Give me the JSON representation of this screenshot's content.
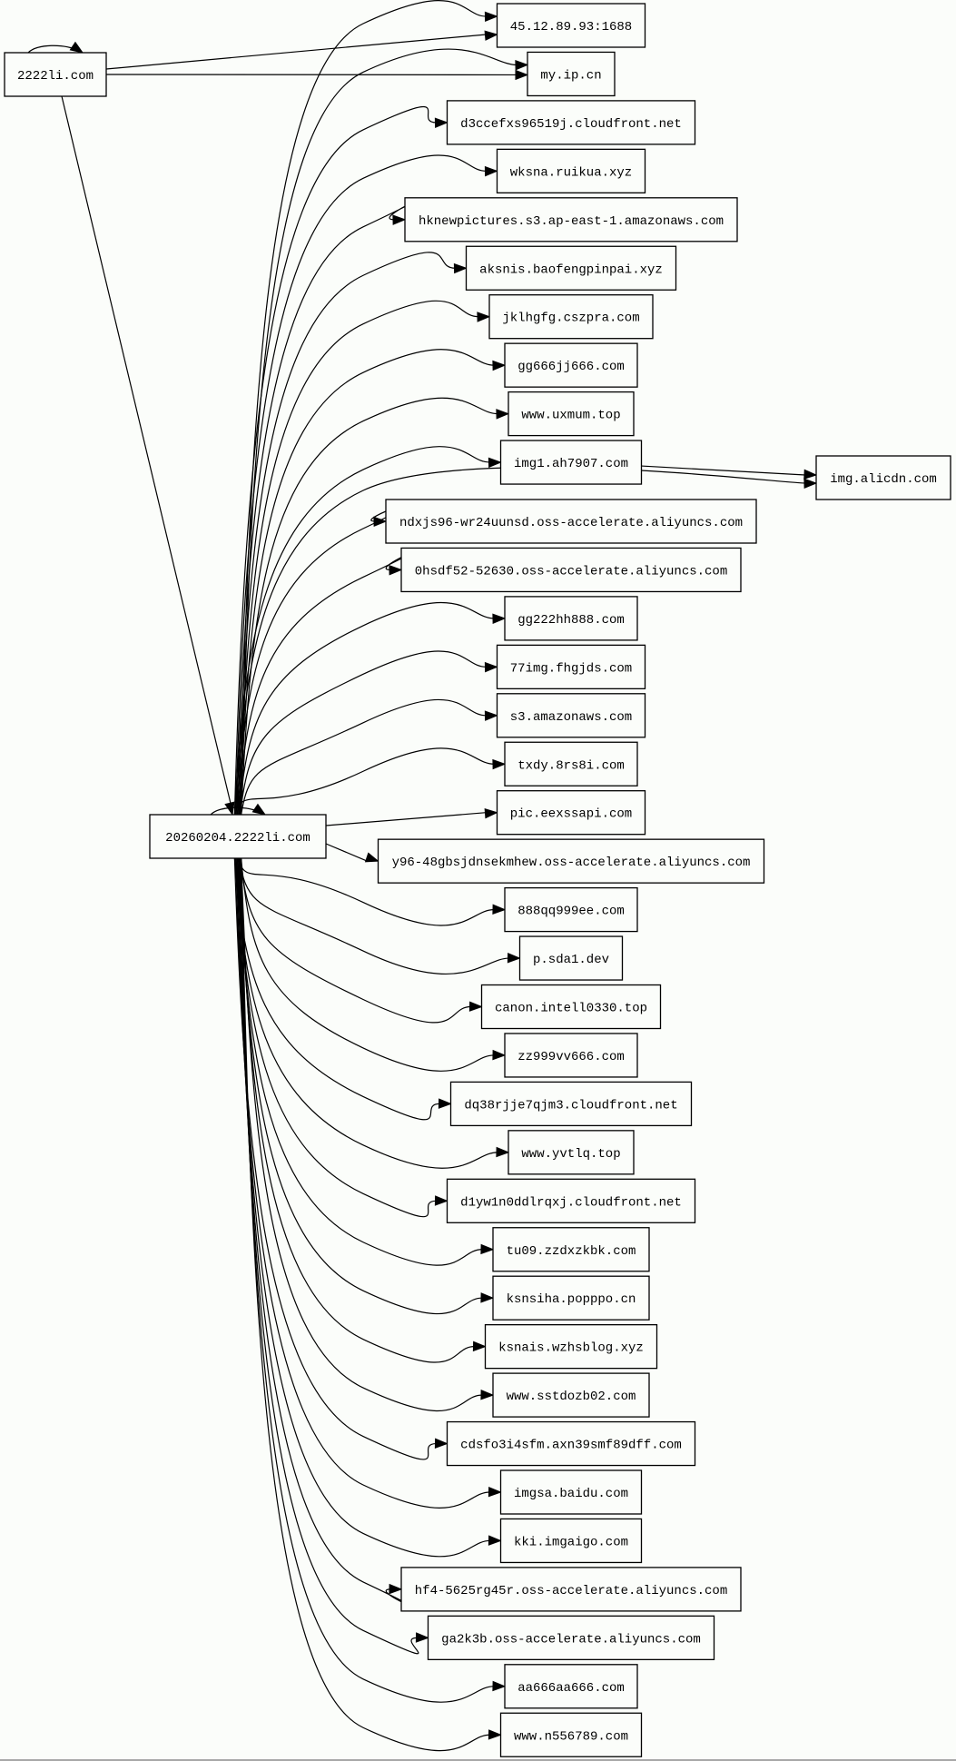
{
  "graph": {
    "type": "directed-graph",
    "nodes": [
      {
        "id": "root",
        "label": "2222li.com"
      },
      {
        "id": "hub",
        "label": "20260204.2222li.com"
      },
      {
        "id": "n0",
        "label": "45.12.89.93:1688"
      },
      {
        "id": "n1",
        "label": "my.ip.cn"
      },
      {
        "id": "n2",
        "label": "d3ccefxs96519j.cloudfront.net"
      },
      {
        "id": "n3",
        "label": "wksna.ruikua.xyz"
      },
      {
        "id": "n4",
        "label": "hknewpictures.s3.ap-east-1.amazonaws.com"
      },
      {
        "id": "n5",
        "label": "aksnis.baofengpinpai.xyz"
      },
      {
        "id": "n6",
        "label": "jklhgfg.cszpra.com"
      },
      {
        "id": "n7",
        "label": "gg666jj666.com"
      },
      {
        "id": "n8",
        "label": "www.uxmum.top"
      },
      {
        "id": "n9",
        "label": "img1.ah7907.com"
      },
      {
        "id": "n10",
        "label": "ndxjs96-wr24uunsd.oss-accelerate.aliyuncs.com"
      },
      {
        "id": "n11",
        "label": "0hsdf52-52630.oss-accelerate.aliyuncs.com"
      },
      {
        "id": "n12",
        "label": "gg222hh888.com"
      },
      {
        "id": "n13",
        "label": "77img.fhgjds.com"
      },
      {
        "id": "n14",
        "label": "s3.amazonaws.com"
      },
      {
        "id": "n15",
        "label": "txdy.8rs8i.com"
      },
      {
        "id": "n16",
        "label": "pic.eexssapi.com"
      },
      {
        "id": "n17",
        "label": "y96-48gbsjdnsekmhew.oss-accelerate.aliyuncs.com"
      },
      {
        "id": "n18",
        "label": "888qq999ee.com"
      },
      {
        "id": "n19",
        "label": "p.sda1.dev"
      },
      {
        "id": "n20",
        "label": "canon.intell0330.top"
      },
      {
        "id": "n21",
        "label": "zz999vv666.com"
      },
      {
        "id": "n22",
        "label": "dq38rjje7qjm3.cloudfront.net"
      },
      {
        "id": "n23",
        "label": "www.yvtlq.top"
      },
      {
        "id": "n24",
        "label": "d1yw1n0ddlrqxj.cloudfront.net"
      },
      {
        "id": "n25",
        "label": "tu09.zzdxzkbk.com"
      },
      {
        "id": "n26",
        "label": "ksnsiha.popppo.cn"
      },
      {
        "id": "n27",
        "label": "ksnais.wzhsblog.xyz"
      },
      {
        "id": "n28",
        "label": "www.sstdozb02.com"
      },
      {
        "id": "n29",
        "label": "cdsfo3i4sfm.axn39smf89dff.com"
      },
      {
        "id": "n30",
        "label": "imgsa.baidu.com"
      },
      {
        "id": "n31",
        "label": "kki.imgaigo.com"
      },
      {
        "id": "n32",
        "label": "hf4-5625rg45r.oss-accelerate.aliyuncs.com"
      },
      {
        "id": "n33",
        "label": "ga2k3b.oss-accelerate.aliyuncs.com"
      },
      {
        "id": "n34",
        "label": "aa666aa666.com"
      },
      {
        "id": "n35",
        "label": "www.n556789.com"
      },
      {
        "id": "alicdn",
        "label": "img.alicdn.com"
      }
    ],
    "edges": [
      [
        "root",
        "root"
      ],
      [
        "root",
        "n0"
      ],
      [
        "root",
        "n1"
      ],
      [
        "root",
        "hub"
      ],
      [
        "hub",
        "hub"
      ],
      [
        "hub",
        "n0"
      ],
      [
        "hub",
        "n1"
      ],
      [
        "hub",
        "n2"
      ],
      [
        "hub",
        "n3"
      ],
      [
        "hub",
        "n4"
      ],
      [
        "hub",
        "n5"
      ],
      [
        "hub",
        "n6"
      ],
      [
        "hub",
        "n7"
      ],
      [
        "hub",
        "n8"
      ],
      [
        "hub",
        "n9"
      ],
      [
        "hub",
        "alicdn"
      ],
      [
        "hub",
        "n10"
      ],
      [
        "hub",
        "n11"
      ],
      [
        "hub",
        "n12"
      ],
      [
        "hub",
        "n13"
      ],
      [
        "hub",
        "n14"
      ],
      [
        "hub",
        "n15"
      ],
      [
        "hub",
        "n16"
      ],
      [
        "hub",
        "n17"
      ],
      [
        "hub",
        "n18"
      ],
      [
        "hub",
        "n19"
      ],
      [
        "hub",
        "n20"
      ],
      [
        "hub",
        "n21"
      ],
      [
        "hub",
        "n22"
      ],
      [
        "hub",
        "n23"
      ],
      [
        "hub",
        "n24"
      ],
      [
        "hub",
        "n25"
      ],
      [
        "hub",
        "n26"
      ],
      [
        "hub",
        "n27"
      ],
      [
        "hub",
        "n28"
      ],
      [
        "hub",
        "n29"
      ],
      [
        "hub",
        "n30"
      ],
      [
        "hub",
        "n31"
      ],
      [
        "hub",
        "n32"
      ],
      [
        "hub",
        "n33"
      ],
      [
        "hub",
        "n34"
      ],
      [
        "hub",
        "n35"
      ],
      [
        "n9",
        "alicdn"
      ]
    ]
  }
}
